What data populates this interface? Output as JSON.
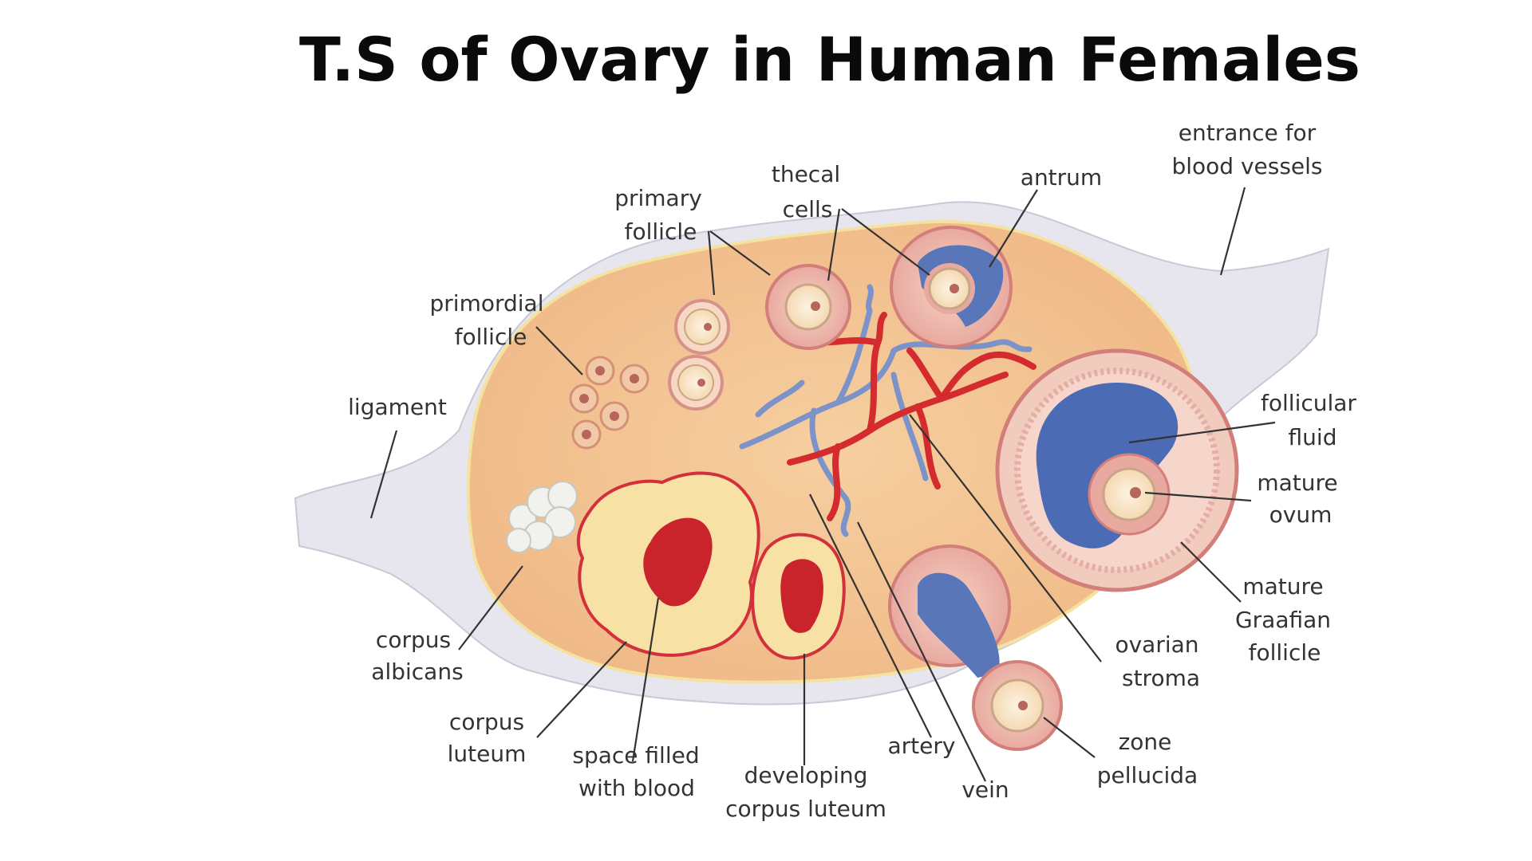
{
  "title": "T.S of Ovary in Human Females",
  "labels": {
    "entrance_line1": "entrance for",
    "entrance_line2": "blood vessels",
    "thecal_line1": "thecal",
    "thecal_line2": "cells",
    "antrum": "antrum",
    "primary_line1": "primary",
    "primary_line2": "follicle",
    "primordial_line1": "primordial",
    "primordial_line2": "follicle",
    "ligament": "ligament",
    "fluid_line1": "follicular",
    "fluid_line2": "fluid",
    "ovum_line1": "mature",
    "ovum_line2": "ovum",
    "graafian_line1": "mature",
    "graafian_line2": "Graafian",
    "graafian_line3": "follicle",
    "stroma_line1": "ovarian",
    "stroma_line2": "stroma",
    "albicans_line1": "corpus",
    "albicans_line2": "albicans",
    "luteum_line1": "corpus",
    "luteum_line2": "luteum",
    "space_line1": "space filled",
    "space_line2": "with blood",
    "developing_line1": "developing",
    "developing_line2": "corpus luteum",
    "artery": "artery",
    "vein": "vein",
    "zone_line1": "zone",
    "zone_line2": "pellucida"
  }
}
